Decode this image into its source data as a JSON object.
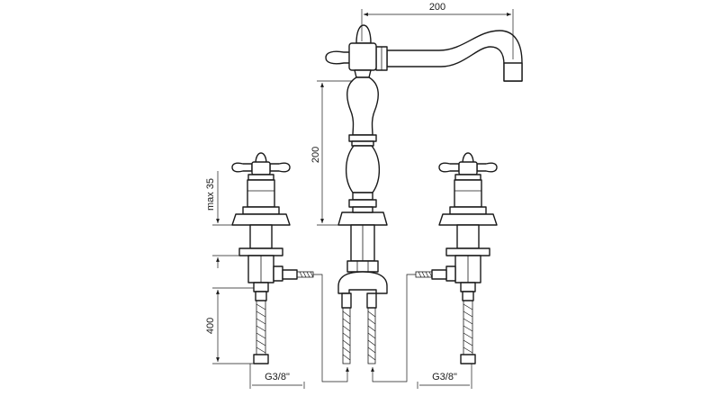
{
  "dimensions": {
    "spout_reach": "200",
    "spout_height": "200",
    "handle_max": "max 35",
    "hose_length": "400",
    "thread_left": "G3/8\"",
    "thread_right": "G3/8\""
  },
  "colors": {
    "line": "#1a1a1a",
    "background": "#ffffff"
  }
}
